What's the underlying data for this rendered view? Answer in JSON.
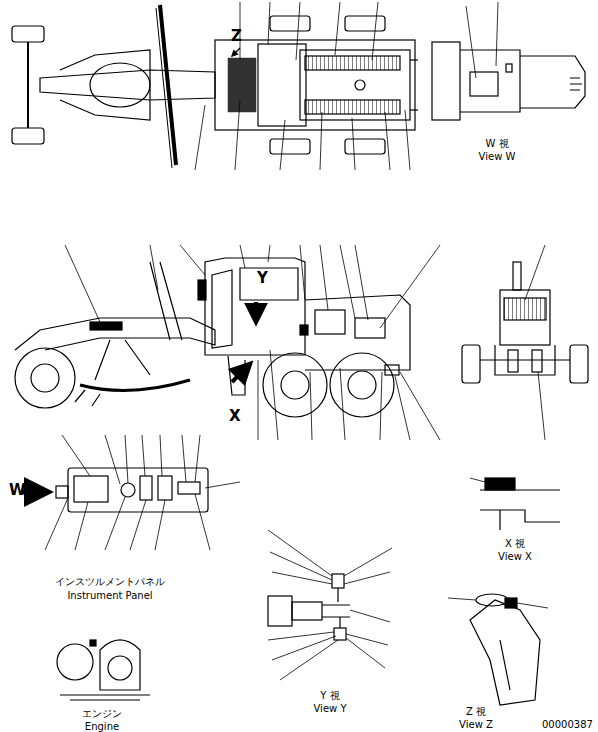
{
  "diagram": {
    "labels": [
      "Z",
      "Y",
      "X",
      "W",
      "W 視",
      "View W",
      "インスツルメントパネル",
      "Instrument Panel",
      "X 視",
      "View X",
      "Y 視",
      "View Y",
      "Z 視",
      "View Z",
      "00000387",
      "エンジン",
      "Engine"
    ]
  }
}
